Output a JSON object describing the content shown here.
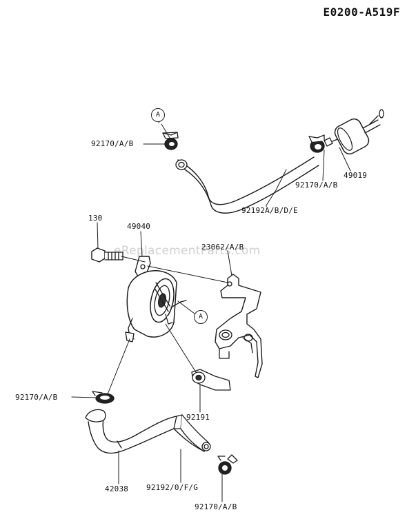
{
  "diagram": {
    "reference_code": "E0200-A519F",
    "watermark": "eReplacementParts.com",
    "callout_letter": "A",
    "part_labels": {
      "clamp_top_left": "92170/A/B",
      "clamp_top_right": "92170/A/B",
      "fuel_filter": "49019",
      "hose_top": "92192A/B/D/E",
      "bolt": "130",
      "pump": "49040",
      "bracket": "23062/A/B",
      "clamp_mid_left": "92170/A/B",
      "nozzle": "92191",
      "hose_bottom_long": "42038",
      "hose_bottom_short": "92192/0/F/G",
      "clamp_bottom": "92170/A/B"
    }
  }
}
